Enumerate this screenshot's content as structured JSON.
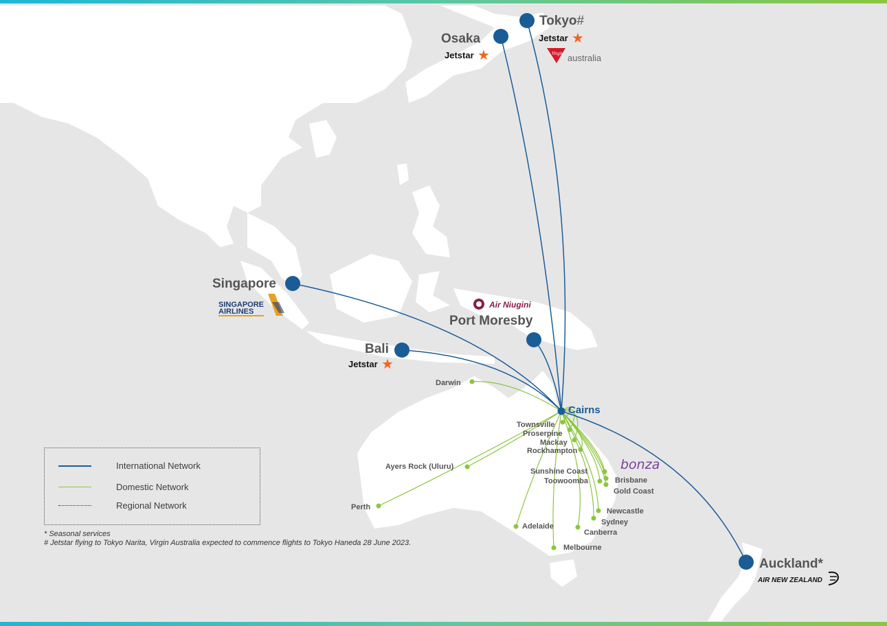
{
  "hubs": {
    "cairns": "Cairns"
  },
  "international": [
    {
      "id": "tokyo",
      "label": "Tokyo",
      "suffix": "#"
    },
    {
      "id": "osaka",
      "label": "Osaka",
      "suffix": ""
    },
    {
      "id": "singapore",
      "label": "Singapore",
      "suffix": ""
    },
    {
      "id": "bali",
      "label": "Bali",
      "suffix": ""
    },
    {
      "id": "port-moresby",
      "label": "Port Moresby",
      "suffix": ""
    },
    {
      "id": "auckland",
      "label": "Auckland",
      "suffix": "*"
    }
  ],
  "domestic": [
    {
      "id": "darwin",
      "label": "Darwin"
    },
    {
      "id": "townsville",
      "label": "Townsville"
    },
    {
      "id": "proserpine",
      "label": "Proserpine"
    },
    {
      "id": "mackay",
      "label": "Mackay"
    },
    {
      "id": "rockhampton",
      "label": "Rockhampton"
    },
    {
      "id": "ayers-rock",
      "label": "Ayers Rock (Uluru)"
    },
    {
      "id": "sunshine-coast",
      "label": "Sunshine Coast"
    },
    {
      "id": "toowoomba",
      "label": "Toowoomba"
    },
    {
      "id": "brisbane",
      "label": "Brisbane"
    },
    {
      "id": "gold-coast",
      "label": "Gold Coast"
    },
    {
      "id": "newcastle",
      "label": "Newcastle"
    },
    {
      "id": "sydney",
      "label": "Sydney"
    },
    {
      "id": "canberra",
      "label": "Canberra"
    },
    {
      "id": "perth",
      "label": "Perth"
    },
    {
      "id": "adelaide",
      "label": "Adelaide"
    },
    {
      "id": "melbourne",
      "label": "Melbourne"
    }
  ],
  "airlines": {
    "jetstar": "Jetstar",
    "virgin_script": "Virgin",
    "virgin_word": "australia",
    "singapore_line1": "SINGAPORE",
    "singapore_line2": "AIRLINES",
    "air_niugini": "Air Niugini",
    "bonza": "bonza",
    "air_nz": "AIR NEW ZEALAND"
  },
  "legend": {
    "international": "International Network",
    "domestic": "Domestic Network",
    "regional": "Regional Network"
  },
  "notes": {
    "seasonal": "* Seasonal services",
    "jetstar_tokyo": "# Jetstar flying to Tokyo Narita, Virgin Australia expected to commence flights to Tokyo Haneda 28 June 2023."
  },
  "colors": {
    "international": "#1a5c96",
    "domestic": "#8cc63f",
    "land": "#ffffff",
    "sea": "#e6e6e7",
    "city_label": "#555555",
    "hub_label": "#1a5c96",
    "jetstar_star": "#f26522",
    "virgin_red": "#d7182a",
    "singapore_gold": "#e8a01f",
    "singapore_navy": "#1f3c72",
    "air_niugini": "#8b1e3f",
    "bonza": "#7b3fa0"
  }
}
